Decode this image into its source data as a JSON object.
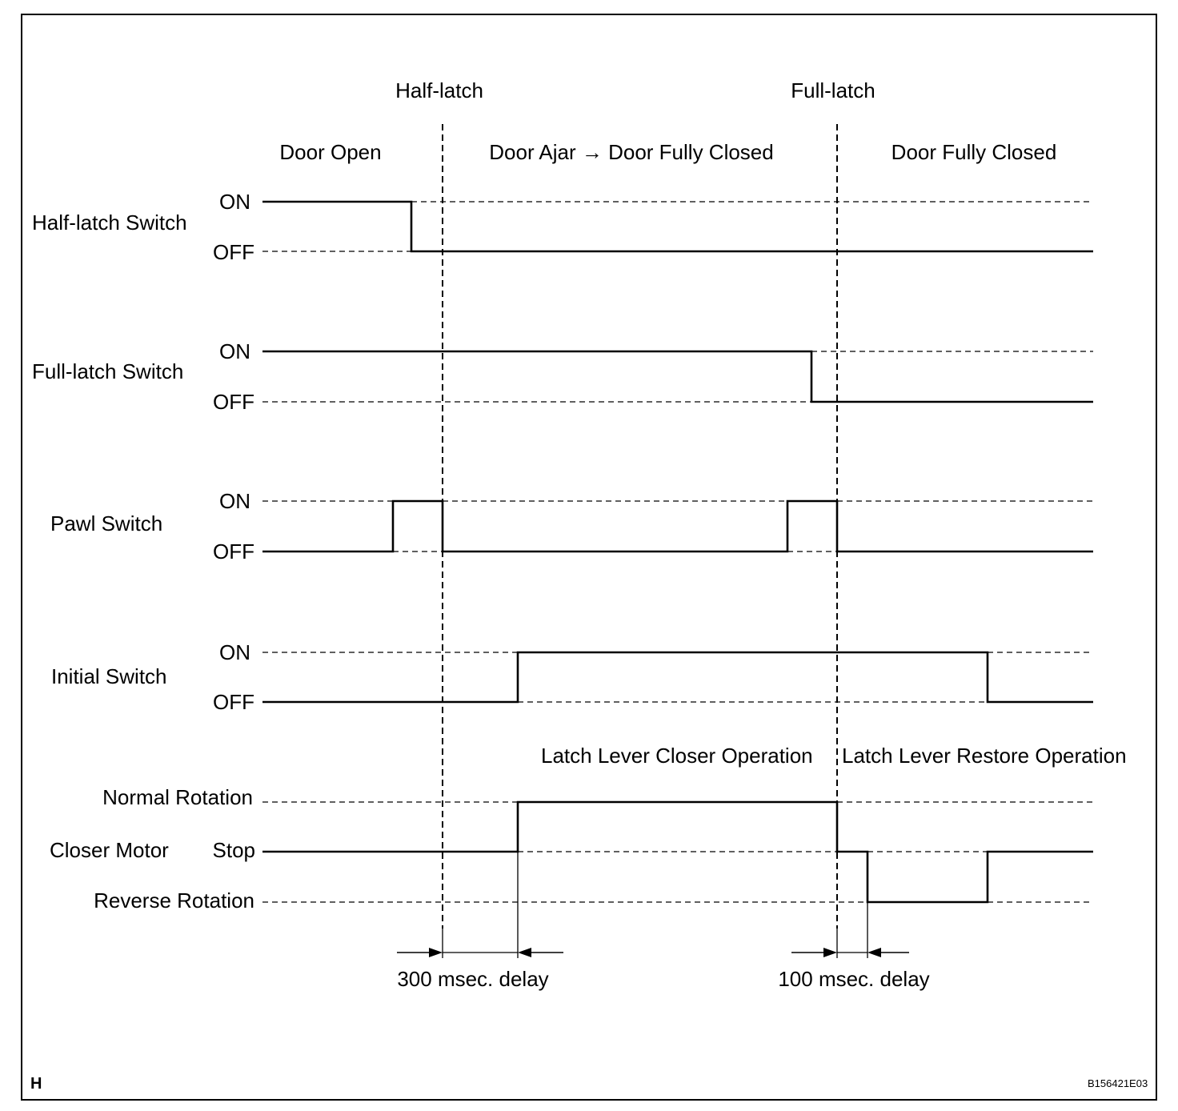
{
  "header": {
    "half_latch": "Half-latch",
    "full_latch": "Full-latch"
  },
  "phases": {
    "door_open": "Door Open",
    "door_ajar": "Door Ajar → Door Fully Closed",
    "door_fully_closed": "Door Fully Closed"
  },
  "signals": {
    "half_latch_switch": {
      "name": "Half-latch Switch",
      "on": "ON",
      "off": "OFF"
    },
    "full_latch_switch": {
      "name": "Full-latch Switch",
      "on": "ON",
      "off": "OFF"
    },
    "pawl_switch": {
      "name": "Pawl Switch",
      "on": "ON",
      "off": "OFF"
    },
    "initial_switch": {
      "name": "Initial Switch",
      "on": "ON",
      "off": "OFF"
    },
    "closer_motor": {
      "name": "Closer Motor",
      "normal": "Normal Rotation",
      "stop": "Stop",
      "reverse": "Reverse Rotation"
    }
  },
  "operations": {
    "closer": "Latch Lever Closer Operation",
    "restore": "Latch Lever Restore Operation"
  },
  "delays": {
    "first": "300 msec. delay",
    "second": "100 msec. delay"
  },
  "footer": {
    "corner_mark": "H",
    "figure_code": "B156421E03"
  }
}
